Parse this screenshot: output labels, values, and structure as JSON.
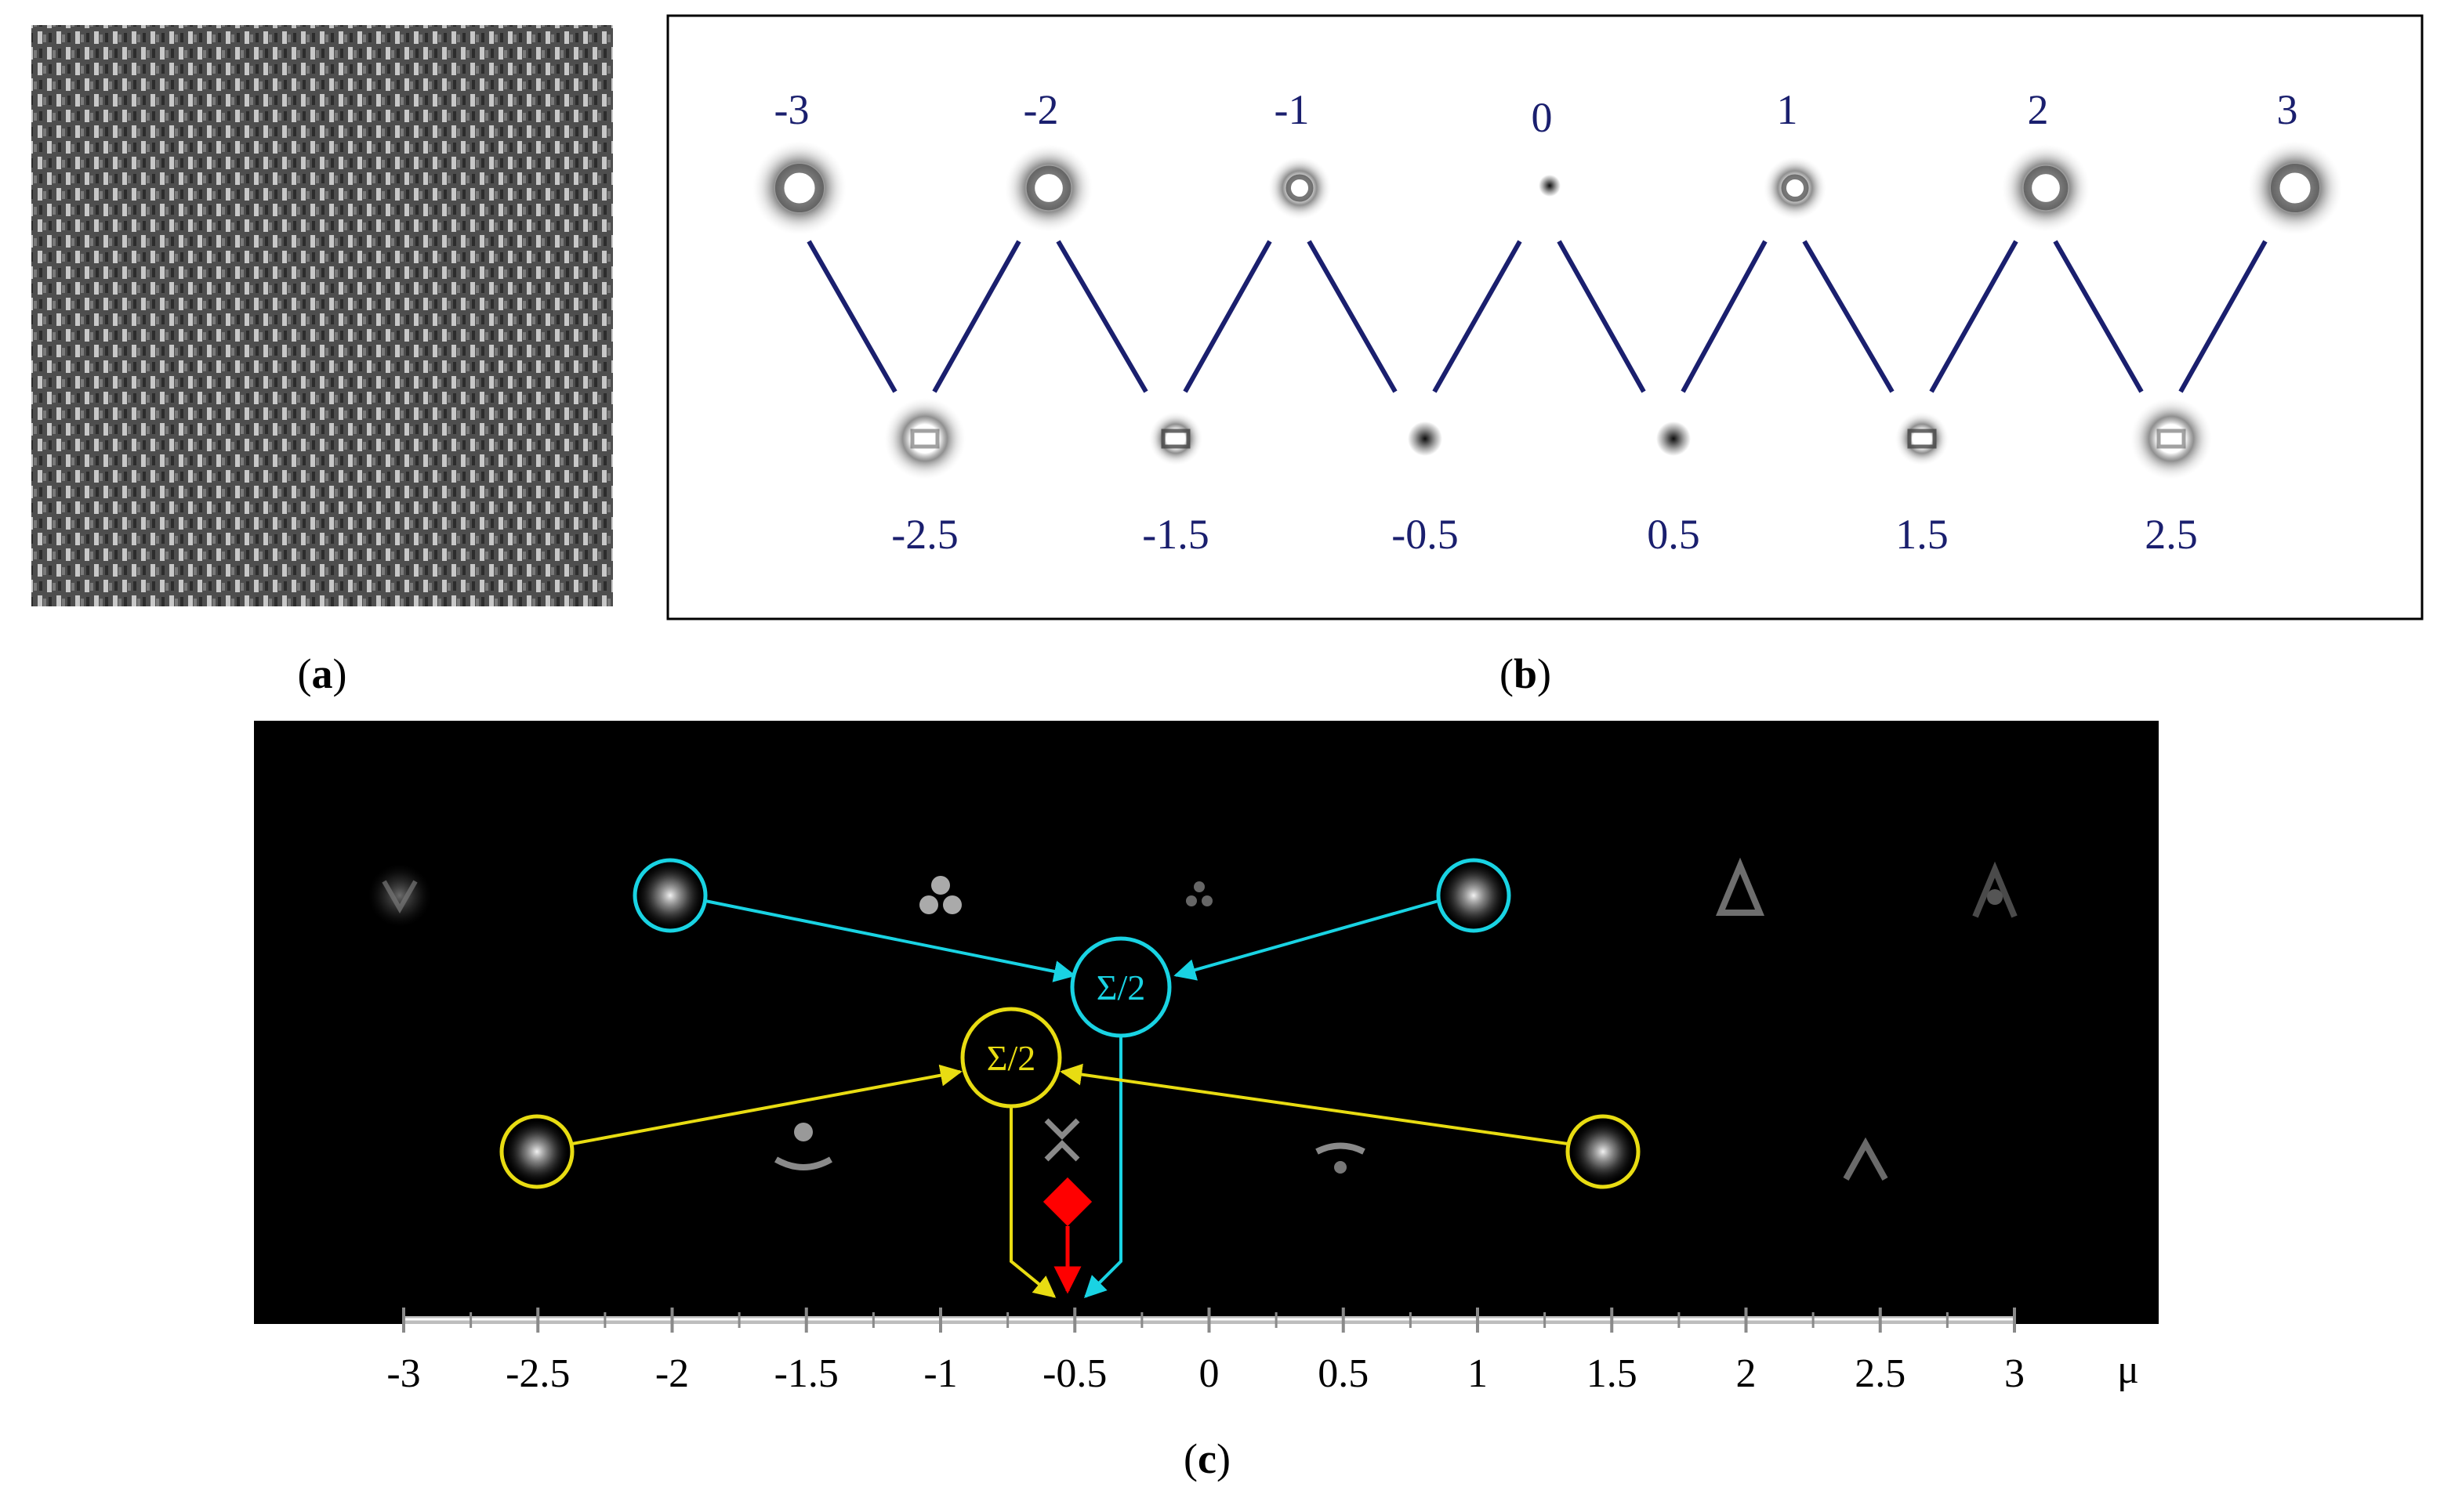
{
  "panel_a": {
    "caption_letter": "a"
  },
  "panel_b": {
    "caption_letter": "b",
    "top_labels": [
      "-3",
      "-2",
      "-1",
      "0",
      "1",
      "2",
      "3"
    ],
    "bottom_labels": [
      "-2.5",
      "-1.5",
      "-0.5",
      "0.5",
      "1.5",
      "2.5"
    ],
    "label_color": "#1a1f6e"
  },
  "panel_c": {
    "caption_letter": "c",
    "sum_label_cyan": "Σ/2",
    "sum_label_yellow": "Σ/2",
    "axis_tick_labels": [
      "-3",
      "-2.5",
      "-2",
      "-1.5",
      "-1",
      "-0.5",
      "0",
      "0.5",
      "1",
      "1.5",
      "2",
      "2.5",
      "3"
    ],
    "axis_unit": "μ",
    "colors": {
      "cyan": "#19d3e3",
      "yellow": "#e8dc12",
      "marker": "#ff0000",
      "background": "#000000"
    }
  }
}
